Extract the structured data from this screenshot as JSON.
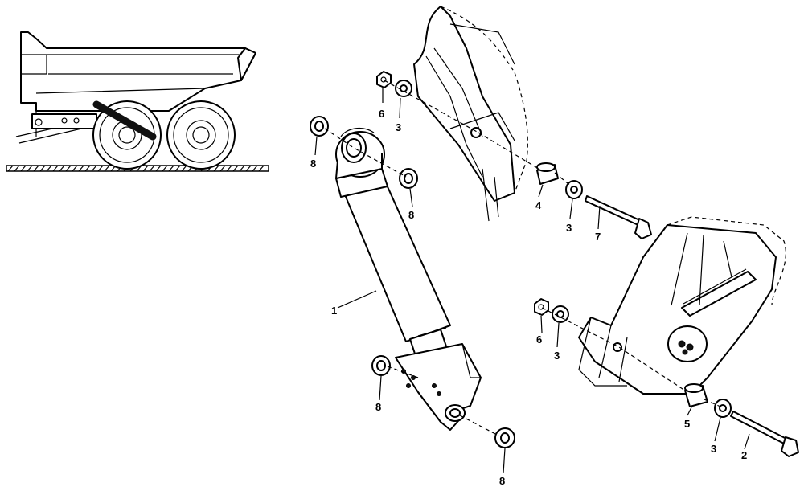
{
  "callouts": {
    "c1": "1",
    "c2": "2",
    "c3a": "3",
    "c3b": "3",
    "c3c": "3",
    "c3d": "3",
    "c4": "4",
    "c5": "5",
    "c6a": "6",
    "c6b": "6",
    "c7": "7",
    "c8a": "8",
    "c8b": "8",
    "c8c": "8",
    "c8d": "8"
  },
  "colors": {
    "line": "#000000",
    "background": "#ffffff",
    "highlight": "#111111"
  }
}
